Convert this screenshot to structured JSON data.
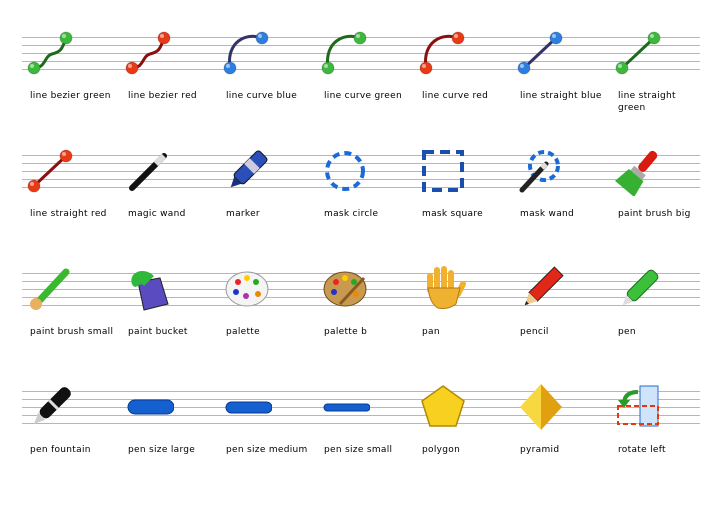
{
  "colors": {
    "staff": "#eaa58e",
    "green": "#3cb83c",
    "red": "#e83a14",
    "blue": "#2c7fe0"
  },
  "icons": [
    {
      "label": "line bezier green",
      "icon": "bezier-green"
    },
    {
      "label": "line bezier red",
      "icon": "bezier-red"
    },
    {
      "label": "line curve blue",
      "icon": "curve-blue"
    },
    {
      "label": "line curve green",
      "icon": "curve-green"
    },
    {
      "label": "line curve red",
      "icon": "curve-red"
    },
    {
      "label": "line straight blue",
      "icon": "straight-blue"
    },
    {
      "label": "line straight green",
      "icon": "straight-green"
    },
    {
      "label": "line straight red",
      "icon": "straight-red"
    },
    {
      "label": "magic wand",
      "icon": "magic-wand"
    },
    {
      "label": "marker",
      "icon": "marker"
    },
    {
      "label": "mask circle",
      "icon": "mask-circle"
    },
    {
      "label": "mask square",
      "icon": "mask-square"
    },
    {
      "label": "mask wand",
      "icon": "mask-wand"
    },
    {
      "label": "paint brush big",
      "icon": "paint-brush-big"
    },
    {
      "label": "paint brush small",
      "icon": "paint-brush-small"
    },
    {
      "label": "paint bucket",
      "icon": "paint-bucket"
    },
    {
      "label": "palette",
      "icon": "palette"
    },
    {
      "label": "palette b",
      "icon": "palette-b"
    },
    {
      "label": "pan",
      "icon": "pan"
    },
    {
      "label": "pencil",
      "icon": "pencil"
    },
    {
      "label": "pen",
      "icon": "pen"
    },
    {
      "label": "pen fountain",
      "icon": "pen-fountain"
    },
    {
      "label": "pen size large",
      "icon": "pen-size-large"
    },
    {
      "label": "pen size medium",
      "icon": "pen-size-medium"
    },
    {
      "label": "pen size small",
      "icon": "pen-size-small"
    },
    {
      "label": "polygon",
      "icon": "polygon"
    },
    {
      "label": "pyramid",
      "icon": "pyramid"
    },
    {
      "label": "rotate left",
      "icon": "rotate-left"
    }
  ]
}
